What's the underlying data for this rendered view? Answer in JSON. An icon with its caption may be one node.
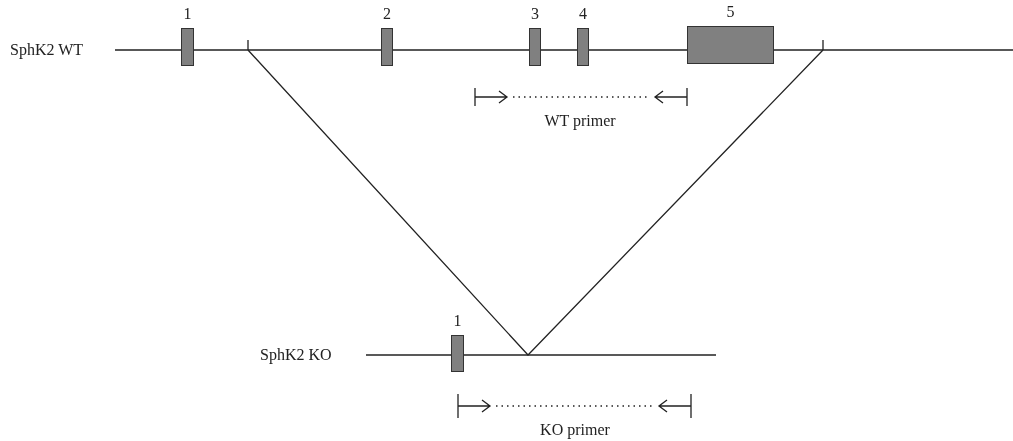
{
  "diagram": {
    "nodes": [
      {
        "text": [
          "1"
        ]
      },
      {
        "text": [
          "2"
        ]
      },
      {
        "text": [
          "3"
        ]
      },
      {
        "text": [
          "4"
        ]
      },
      {
        "text": [
          "5"
        ]
      },
      {
        "text": [
          "1"
        ]
      }
    ],
    "labels": [
      "SphK2 WT",
      "WT primer",
      "SphK2 KO",
      "KO primer"
    ]
  }
}
